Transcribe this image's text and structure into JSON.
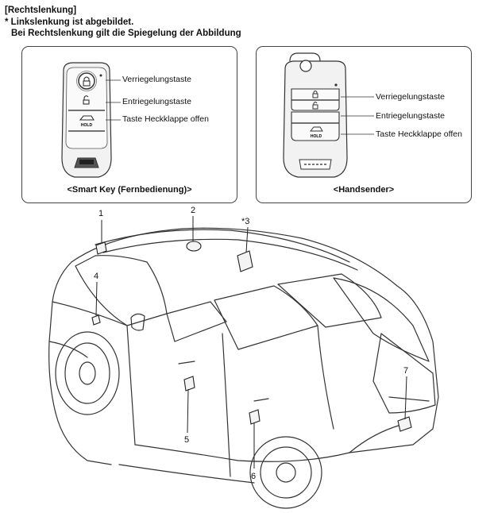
{
  "header": {
    "line1": "[Rechtslenkung]",
    "line2": "* Linkslenkung ist abgebildet.",
    "line3": "Bei Rechtslenkung gilt die Spiegelung der Abbildung"
  },
  "smart_key": {
    "caption": "<Smart Key (Fernbedienung)>",
    "labels": [
      "Verriegelungstaste",
      "Entriegelungstaste",
      "Taste Heckklappe offen"
    ],
    "hold_text": "HOLD"
  },
  "handsender": {
    "caption": "<Handsender>",
    "labels": [
      "Verriegelungstaste",
      "Entriegelungstaste",
      "Taste Heckklappe offen"
    ],
    "hold_text": "HOLD"
  },
  "callouts": [
    "1",
    "2",
    "*3",
    "4",
    "5",
    "6",
    "7"
  ],
  "colors": {
    "line": "#333333",
    "key_body": "#f2f2f2",
    "key_dark": "#3a3a3a"
  }
}
